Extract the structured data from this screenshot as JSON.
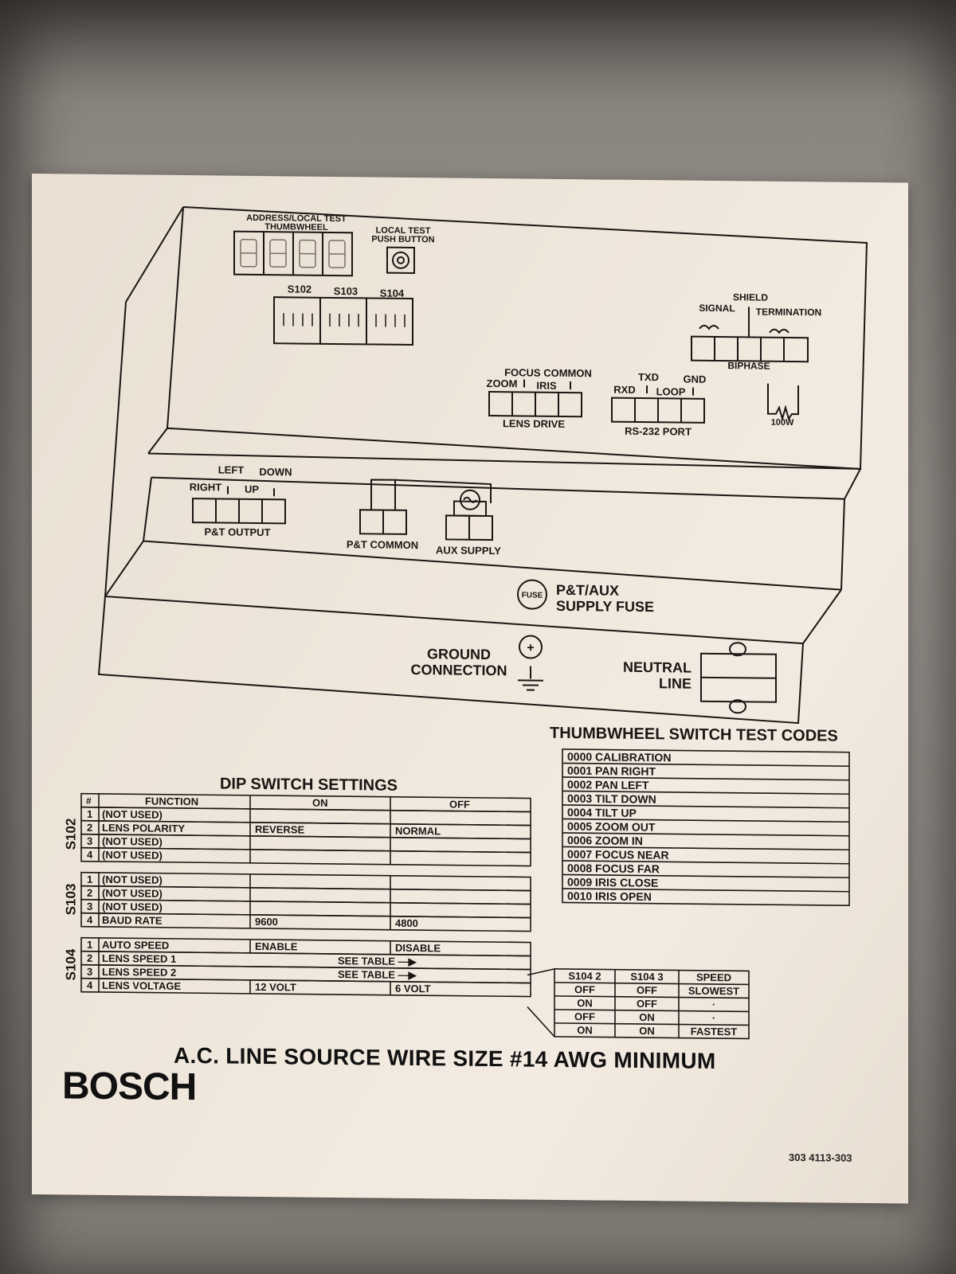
{
  "diagram": {
    "thumbwheel_label": [
      "ADDRESS/LOCAL TEST",
      "THUMBWHEEL"
    ],
    "push_button_label": [
      "LOCAL TEST",
      "PUSH BUTTON"
    ],
    "switch_labels": [
      "S102",
      "S103",
      "S104"
    ],
    "biphase": {
      "shield": "SHIELD",
      "signal": "SIGNAL",
      "termination": "TERMINATION",
      "name": "BIPHASE",
      "resistor": "100W"
    },
    "lens_drive": {
      "focus_common": "FOCUS COMMON",
      "zoom": "ZOOM",
      "iris": "IRIS",
      "name": "LENS DRIVE"
    },
    "rs232": {
      "txd": "TXD",
      "gnd": "GND",
      "rxd": "RXD",
      "loop": "LOOP",
      "name": "RS-232 PORT"
    },
    "pt_output": {
      "left": "LEFT",
      "down": "DOWN",
      "right": "RIGHT",
      "up": "UP",
      "name": "P&T OUTPUT"
    },
    "pt_common": "P&T COMMON",
    "aux_supply": "AUX SUPPLY",
    "fuse": {
      "icon_label": "FUSE",
      "line1": "P&T/AUX",
      "line2": "SUPPLY FUSE"
    },
    "ground": [
      "GROUND",
      "CONNECTION"
    ],
    "ground_symbol": "+",
    "neutral": [
      "NEUTRAL",
      "LINE"
    ]
  },
  "thumbwheel_codes": {
    "title": "THUMBWHEEL SWITCH TEST CODES",
    "rows": [
      "0000 CALIBRATION",
      "0001 PAN RIGHT",
      "0002 PAN LEFT",
      "0003 TILT DOWN",
      "0004 TILT UP",
      "0005 ZOOM OUT",
      "0006 ZOOM IN",
      "0007 FOCUS NEAR",
      "0008 FOCUS FAR",
      "0009 IRIS CLOSE",
      "0010 IRIS OPEN"
    ]
  },
  "dip_settings": {
    "title": "DIP SWITCH SETTINGS",
    "headers": {
      "num": "#",
      "function": "FUNCTION",
      "on": "ON",
      "off": "OFF"
    },
    "groups": [
      {
        "name": "S102",
        "rows": [
          {
            "num": "1",
            "function": "(NOT USED)",
            "on": "",
            "off": ""
          },
          {
            "num": "2",
            "function": "LENS POLARITY",
            "on": "REVERSE",
            "off": "NORMAL"
          },
          {
            "num": "3",
            "function": "(NOT USED)",
            "on": "",
            "off": ""
          },
          {
            "num": "4",
            "function": "(NOT USED)",
            "on": "",
            "off": ""
          }
        ]
      },
      {
        "name": "S103",
        "rows": [
          {
            "num": "1",
            "function": "(NOT USED)",
            "on": "",
            "off": ""
          },
          {
            "num": "2",
            "function": "(NOT USED)",
            "on": "",
            "off": ""
          },
          {
            "num": "3",
            "function": "(NOT USED)",
            "on": "",
            "off": ""
          },
          {
            "num": "4",
            "function": "BAUD RATE",
            "on": "9600",
            "off": "4800"
          }
        ]
      },
      {
        "name": "S104",
        "rows": [
          {
            "num": "1",
            "function": "AUTO SPEED",
            "on": "ENABLE",
            "off": "DISABLE"
          },
          {
            "num": "2",
            "function": "LENS SPEED 1",
            "span": "SEE TABLE —▶"
          },
          {
            "num": "3",
            "function": "LENS SPEED 2",
            "span": "SEE TABLE —▶"
          },
          {
            "num": "4",
            "function": "LENS VOLTAGE",
            "on": "12 VOLT",
            "off": "6 VOLT"
          }
        ]
      }
    ]
  },
  "speed_table": {
    "headers": [
      "S104 2",
      "S104 3",
      "SPEED"
    ],
    "rows": [
      [
        "OFF",
        "OFF",
        "SLOWEST"
      ],
      [
        "ON",
        "OFF",
        "·"
      ],
      [
        "OFF",
        "ON",
        "·"
      ],
      [
        "ON",
        "ON",
        "FASTEST"
      ]
    ]
  },
  "footer": {
    "wire_size": "A.C. LINE SOURCE WIRE SIZE #14 AWG MINIMUM",
    "brand": "BOSCH",
    "part_number": "303  4113-303"
  }
}
